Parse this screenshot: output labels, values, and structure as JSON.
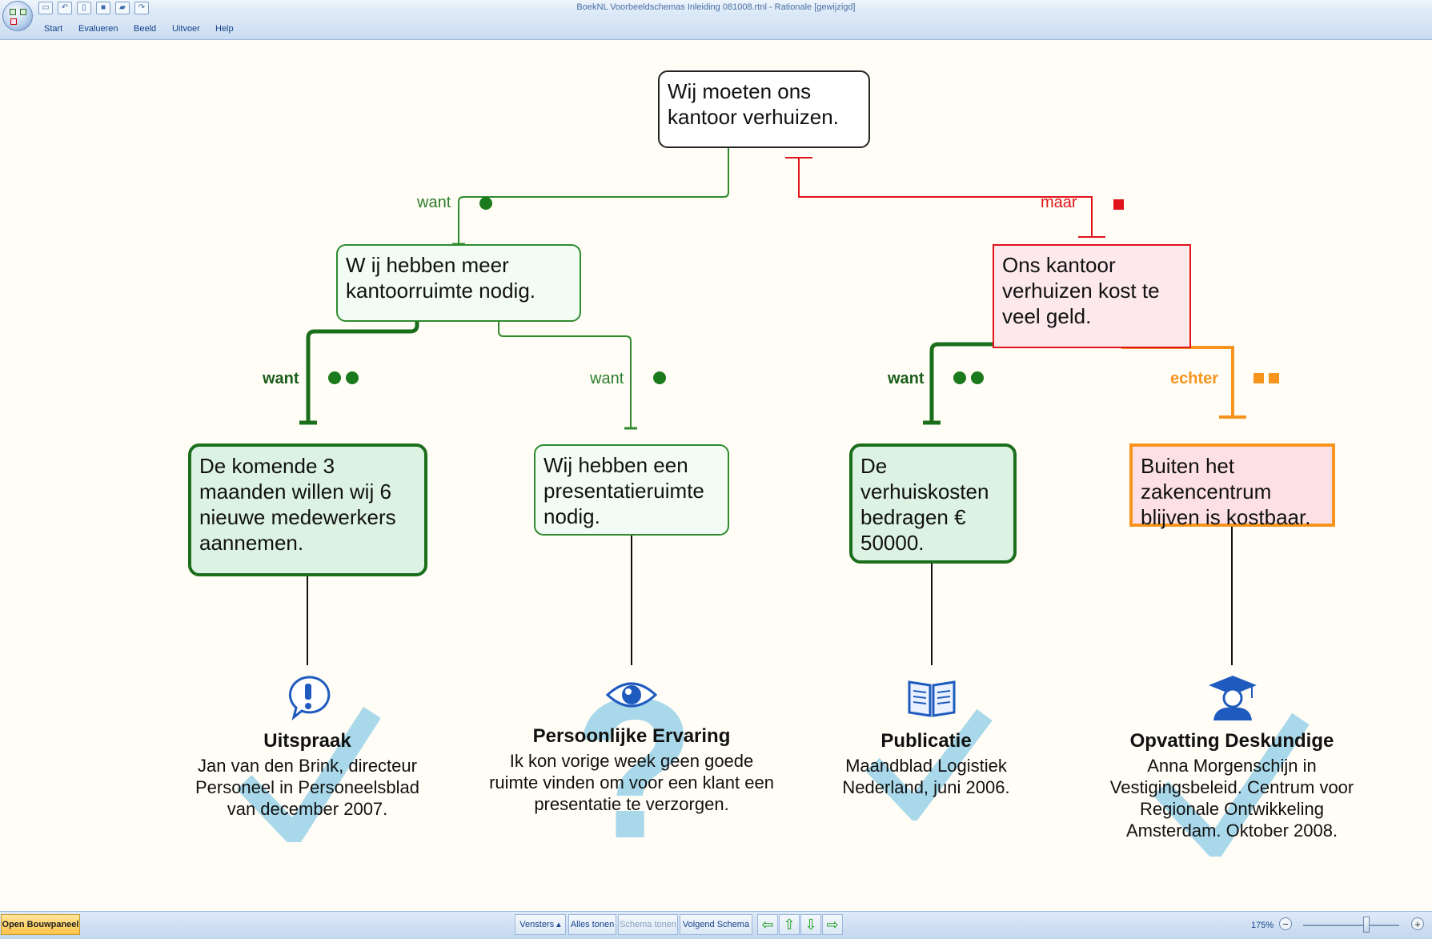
{
  "window": {
    "title": "BoekNL Voorbeeldschemas Inleiding 081008.rtnl - Rationale [gewijzigd]"
  },
  "menu": [
    "Start",
    "Evalueren",
    "Beeld",
    "Uitvoer",
    "Help"
  ],
  "map": {
    "claim": "Wij moeten ons kantoor verhuizen.",
    "reason1": {
      "connector": "want",
      "text": "W ij hebben meer kantoorruimte nodig."
    },
    "objection1": {
      "connector": "maar",
      "text": "Ons kantoor verhuizen kost te veel geld."
    },
    "reason1a": {
      "connector": "want",
      "text": "De komende 3 maanden willen wij 6 nieuwe medewerkers aannemen."
    },
    "reason1b": {
      "connector": "want",
      "text": "Wij hebben een presentatieruimte nodig."
    },
    "reason2a": {
      "connector": "want",
      "text": "De verhuiskosten bedragen € 50000."
    },
    "rebuttal2b": {
      "connector": "echter",
      "text": "Buiten het zakencentrum blijven is kostbaar."
    }
  },
  "sources": [
    {
      "icon": "exclamation-icon",
      "title": "Uitspraak",
      "text": "Jan van den Brink, directeur Personeel in Personeelsblad van december 2007.",
      "mark": "check"
    },
    {
      "icon": "eye-icon",
      "title": "Persoonlijke Ervaring",
      "text": "Ik kon vorige week geen goede ruimte vinden om voor een klant een presentatie te verzorgen.",
      "mark": "question"
    },
    {
      "icon": "book-icon",
      "title": "Publicatie",
      "text": "Maandblad Logistiek Nederland, juni 2006.",
      "mark": "check"
    },
    {
      "icon": "graduate-icon",
      "title": "Opvatting Deskundige",
      "text": "Anna Morgenschijn in Vestigingsbeleid. Centrum voor Regionale Ontwikkeling Amsterdam. Oktober 2008.",
      "mark": "check"
    }
  ],
  "statusbar": {
    "open_panel": "Open Bouwpaneel",
    "windows": "Vensters",
    "show_all": "Alles tonen",
    "show_schema": "Schema tonen",
    "next_schema": "Volgend Schema",
    "zoom": "175%"
  },
  "colors": {
    "support": "#2e8b2e",
    "support_strong": "#1b6e1b",
    "objection": "#e0141a",
    "rebuttal": "#f7941d",
    "evidence_mark": "#a8d8ea"
  }
}
